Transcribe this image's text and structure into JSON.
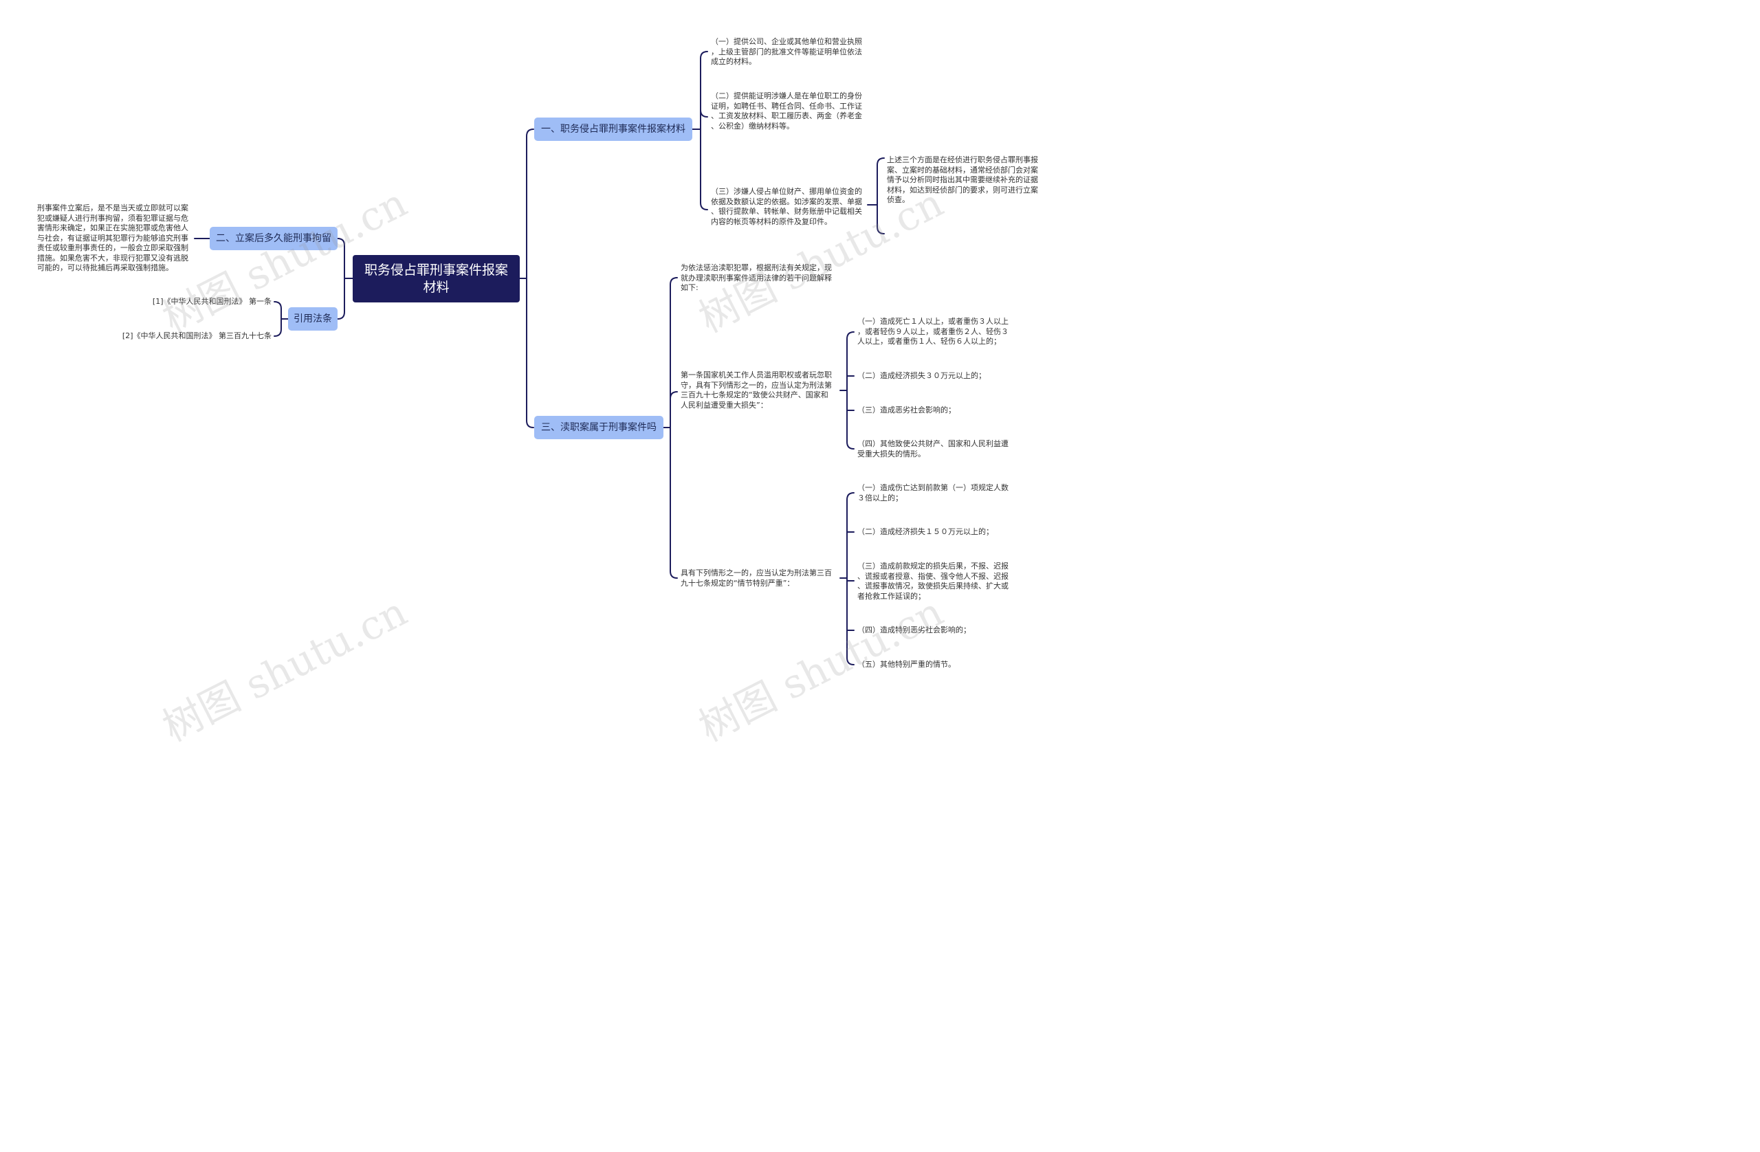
{
  "root": {
    "title": "职务侵占罪刑事案件报案材料"
  },
  "branch1": {
    "label": "一、职务侵占罪刑事案件报案材料",
    "items": [
      "（一）提供公司、企业或其他单位和营业执照\n，上级主管部门的批准文件等能证明单位依法\n成立的材料。",
      "（二）提供能证明涉嫌人是在单位职工的身份\n证明，如聘任书、聘任合同、任命书、工作证\n、工资发放材料、职工履历表、两金（养老金\n、公积金）缴纳材料等。",
      "（三）涉嫌人侵占单位财产、挪用单位资金的\n依据及数额认定的依据。如涉案的发票、单据\n、银行提款单、转帐单、财务账册中记载相关\n内容的帐页等材料的原件及复印件。"
    ],
    "note": "上述三个方面是在经侦进行职务侵占罪刑事报\n案、立案时的基础材料，通常经侦部门会对案\n情予以分析同时指出其中需要继续补充的证据\n材料，如达到经侦部门的要求，则可进行立案\n侦查。"
  },
  "branch2": {
    "label": "二、立案后多久能刑事拘留",
    "text": "刑事案件立案后，是不是当天或立即就可以案\n犯或嫌疑人进行刑事拘留，须看犯罪证据与危\n害情形来确定，如果正在实施犯罪或危害他人\n与社会，有证据证明其犯罪行为能够追究刑事\n责任或较重刑事责任的，一般会立即采取强制\n措施。如果危害不大，非现行犯罪又没有逃脱\n可能的，可以待批捕后再采取强制措施。"
  },
  "branch3": {
    "label": "引用法条",
    "refs": [
      "[1]《中华人民共和国刑法》 第一条",
      "[2]《中华人民共和国刑法》 第三百九十七条"
    ]
  },
  "branch4": {
    "label": "三、渎职案属于刑事案件吗",
    "intro": "为依法惩治渎职犯罪，根据刑法有关规定，现\n就办理渎职刑事案件适用法律的若干问题解释\n如下:",
    "clause1": {
      "text": "第一条国家机关工作人员滥用职权或者玩忽职\n守，具有下列情形之一的，应当认定为刑法第\n三百九十七条规定的“致使公共财产、国家和\n人民利益遭受重大损失”：",
      "items": [
        "（一）造成死亡１人以上，或者重伤３人以上\n，或者轻伤９人以上，或者重伤２人、轻伤３\n人以上，或者重伤１人、轻伤６人以上的；",
        "（二）造成经济损失３０万元以上的；",
        "（三）造成恶劣社会影响的；",
        "（四）其他致使公共财产、国家和人民利益遭\n受重大损失的情形。"
      ]
    },
    "clause2": {
      "text": "具有下列情形之一的，应当认定为刑法第三百\n九十七条规定的“情节特别严重”：",
      "items": [
        "（一）造成伤亡达到前款第（一）项规定人数\n３倍以上的；",
        "（二）造成经济损失１５０万元以上的；",
        "（三）造成前款规定的损失后果，不报、迟报\n、谎报或者授意、指使、强令他人不报、迟报\n、谎报事故情况，致使损失后果持续、扩大或\n者抢救工作延误的；",
        "（四）造成特别恶劣社会影响的；",
        "（五）其他特别严重的情节。"
      ]
    }
  },
  "watermark": "树图 shutu.cn",
  "colors": {
    "root_bg": "#1c1c5c",
    "branch_bg": "#9fbdf6",
    "line": "#1c1c5c",
    "text": "#333333"
  }
}
